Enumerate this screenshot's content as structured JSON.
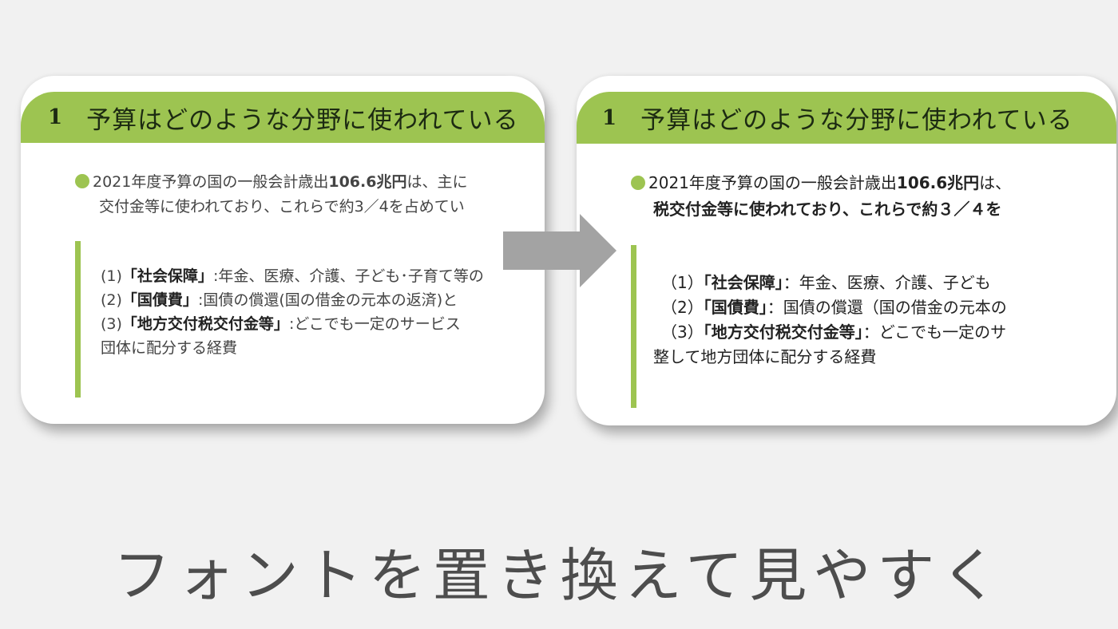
{
  "colors": {
    "background": "#f1f1f1",
    "accent_green": "#9dc451",
    "arrow_gray": "#a3a3a3",
    "caption_text": "#4d4d4d"
  },
  "before_panel": {
    "header": {
      "number": "1",
      "title": "予算はどのような分野に使われている"
    },
    "intro": {
      "line1_prefix": "2021年度予算の国の一般会計歳出",
      "line1_bold": "106.6兆円",
      "line1_suffix": "は、主に",
      "line2": "交付金等に使われており、これらで約3／4を占めてい"
    },
    "items": [
      {
        "index": "(1)",
        "label": "「社会保障」",
        "text": ":年金、医療、介護、子ども･子育て等の"
      },
      {
        "index": "(2)",
        "label": "「国債費」",
        "text": ":国債の償還(国の借金の元本の返済)と"
      },
      {
        "index": "(3)",
        "label": "「地方交付税交付金等」",
        "text": ":どこでも一定のサービス"
      }
    ],
    "continuation": "団体に配分する経費"
  },
  "after_panel": {
    "header": {
      "number": "1",
      "title": "予算はどのような分野に使われている"
    },
    "intro": {
      "line1_prefix": "2021年度予算の国の一般会計歳出",
      "line1_bold": "106.6兆円",
      "line1_suffix": "は、",
      "line2": "税交付金等に使われており、これらで約３／４を"
    },
    "items": [
      {
        "index": "（1）",
        "label": "「社会保障」",
        "text": "：年金、医療、介護、子ども"
      },
      {
        "index": "（2）",
        "label": "「国債費」",
        "text": "：国債の償還（国の借金の元本の"
      },
      {
        "index": "（3）",
        "label": "「地方交付税交付金等」",
        "text": "：どこでも一定のサ"
      }
    ],
    "continuation": "整して地方団体に配分する経費"
  },
  "arrow": {
    "icon": "right-arrow-icon",
    "direction": "right"
  },
  "caption": "フォントを置き換えて見やすく"
}
